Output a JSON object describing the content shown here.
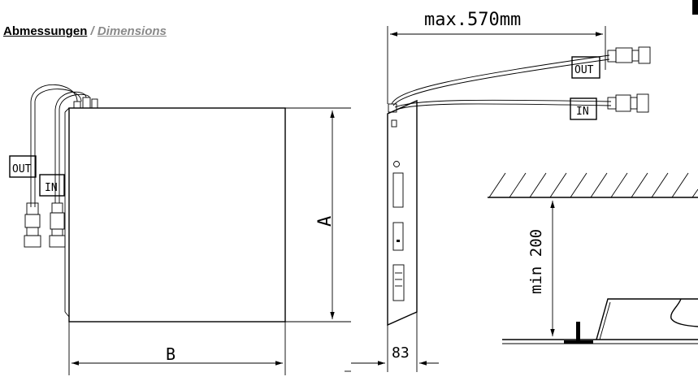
{
  "heading": {
    "title_de": "Abmessungen",
    "separator": " / ",
    "title_en": "Dimensions"
  },
  "front_view": {
    "dimension_height": "A",
    "dimension_width": "B",
    "label_out": "OUT",
    "label_in": "IN"
  },
  "side_view": {
    "dimension_max_length": "max.570mm",
    "dimension_depth": "83",
    "label_out": "OUT",
    "label_in": "IN"
  },
  "ceiling_view": {
    "dimension_min_distance": "min 200"
  }
}
